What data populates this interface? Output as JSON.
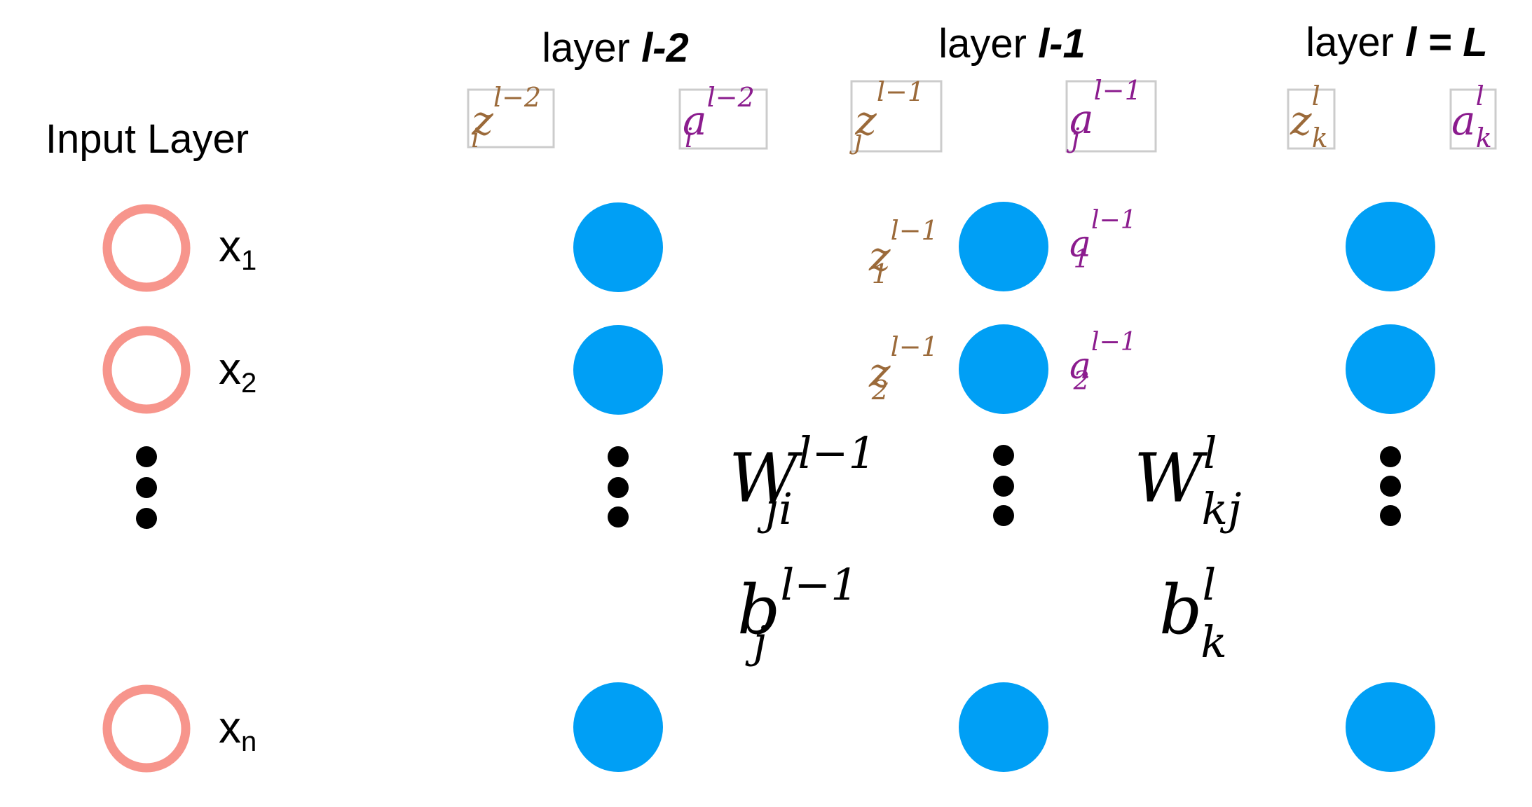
{
  "colors": {
    "input_ring": "#f7958c",
    "neuron": "#009ff5",
    "z_text": "#9b6a3a",
    "a_text": "#8b1c8e",
    "box_border": "#cccccc",
    "ellipsis_dot": "#000000",
    "text": "#000000"
  },
  "input_layer": {
    "title": "Input Layer",
    "labels": [
      {
        "base": "x",
        "sub": "1"
      },
      {
        "base": "x",
        "sub": "2"
      },
      {
        "base": "x",
        "sub": "n"
      }
    ]
  },
  "layers": [
    {
      "header": {
        "prefix": "layer ",
        "emph": "l-2"
      },
      "z_box": {
        "base": "z",
        "sup": "l−2",
        "sub": "i"
      },
      "a_box": {
        "base": "a",
        "sup": "l−2",
        "sub": "i"
      }
    },
    {
      "header": {
        "prefix": "layer ",
        "emph": "l-1"
      },
      "z_box": {
        "base": "z",
        "sup": "l−1",
        "sub": "j"
      },
      "a_box": {
        "base": "a",
        "sup": "l−1",
        "sub": "j"
      },
      "node_labels": {
        "z": [
          {
            "base": "z",
            "sup": "l−1",
            "sub": "1"
          },
          {
            "base": "z",
            "sup": "l−1",
            "sub": "2"
          }
        ],
        "a": [
          {
            "base": "a",
            "sup": "l−1",
            "sub": "1"
          },
          {
            "base": "a",
            "sup": "l−1",
            "sub": "2"
          }
        ]
      }
    },
    {
      "header": {
        "prefix": "layer ",
        "emph": "l = L"
      },
      "z_box": {
        "base": "z",
        "sup": "l",
        "sub": "k"
      },
      "a_box": {
        "base": "a",
        "sup": "l",
        "sub": "k"
      }
    }
  ],
  "weights": [
    {
      "base": "W",
      "sup": "l−1",
      "sub": "ji"
    },
    {
      "base": "W",
      "sup": "l",
      "sub": "kj"
    }
  ],
  "biases": [
    {
      "base": "b",
      "sup": "l−1",
      "sub": "j"
    },
    {
      "base": "b",
      "sup": "l",
      "sub": "k"
    }
  ]
}
